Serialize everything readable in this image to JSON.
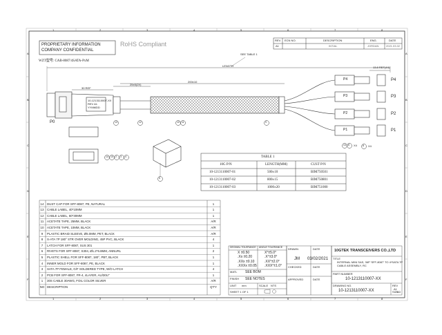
{
  "title_block": {
    "proprietary_line1": "PROPRIETARY INFORMATION",
    "proprietary_line2": "COMPANY CONFIDENTIAL",
    "rohs": "RoHS Compliant",
    "model": "WZT型号: CAB-8087/4SATA-PxM"
  },
  "revision_table": {
    "headers": [
      "REV.",
      "ECN NO.",
      "DESCRIPTION",
      "ENG.",
      "DATE"
    ],
    "row": [
      "A1",
      "",
      "INTIAL",
      "JORDAN",
      "2021.03.02"
    ]
  },
  "grid": {
    "top_numbers": [
      "1",
      "2",
      "3",
      "4",
      "5",
      "6",
      "7",
      "8"
    ],
    "side_letters": [
      "A",
      "B",
      "C",
      "D",
      "E",
      "F"
    ]
  },
  "drawing": {
    "see_table": "SEE TABLE 1",
    "length": "LENGTH",
    "ref_30": "30 REF",
    "dim_25": "25±5(2X)",
    "dim_200": "200±10",
    "ref_138": "13.8 REF(4X)",
    "p0": "P0",
    "ports_left": [
      "P4",
      "P3",
      "P2",
      "P1"
    ],
    "ports_right": [
      "P4",
      "P3",
      "P2",
      "P1"
    ],
    "label_lines": [
      "10-1213110007-XX",
      "REV A1",
      "YYMMDD"
    ],
    "balloons": [
      "13",
      "12",
      "10",
      "11",
      "9",
      "14",
      "10",
      "2",
      "3",
      "4",
      "5",
      "14",
      "8"
    ],
    "x4_labels": [
      "X4",
      "X4"
    ]
  },
  "table1": {
    "title": "TABLE 1",
    "headers": [
      "10G P/N",
      "LENGTH(MM)",
      "CUST P/N"
    ],
    "rows": [
      [
        "10-1213110007-01",
        "500±10",
        "BIM750501"
      ],
      [
        "10-1213110007-02",
        "800±15",
        "BIM750801"
      ],
      [
        "10-1213110007-03",
        "1000±20",
        "BIM751000"
      ]
    ]
  },
  "bom": {
    "items": [
      {
        "no": "14",
        "desc": "DUST CAP FOR SFF-8087, PE, NATURAL",
        "qty": "1"
      },
      {
        "no": "13",
        "desc": "CABLE LABEL, 40*10MM",
        "qty": "1"
      },
      {
        "no": "12",
        "desc": "CABLE LABEL, 60*30MM",
        "qty": "1"
      },
      {
        "no": "11",
        "desc": "ACETATE TAPE, 25MM, BLACK",
        "qty": "A/R"
      },
      {
        "no": "10",
        "desc": "ACETATE TAPE, 10MM, BLACK",
        "qty": "A/R"
      },
      {
        "no": "9",
        "desc": "PLASTIC BRAID SLEEVE, Ø6.0MM, PET, BLACK",
        "qty": "A/R"
      },
      {
        "no": "8",
        "desc": "S-ATA 7P 180° STR OVER MOLDING, 45P PVC, BLACK",
        "qty": "4"
      },
      {
        "no": "7",
        "desc": "LATCH FOR SFF-8087, SUS 301",
        "qty": "1"
      },
      {
        "no": "6",
        "desc": "RIVETS FOR SFF-8087, S304, Ø1.2*6.8MM, ANNURL",
        "qty": "2"
      },
      {
        "no": "5",
        "desc": "PLASTIC SHELL FOR SFF-8087, 180°, PBT, BLACK",
        "qty": "1"
      },
      {
        "no": "4",
        "desc": "INNER MOLD FOR SFF-8087, PE, BLACK",
        "qty": "1"
      },
      {
        "no": "3",
        "desc": "SATA 7P FEMALE, G/F SOLDERED TYPE, W/O LATCH",
        "qty": "4"
      },
      {
        "no": "2",
        "desc": "PCB FOR SFF-8087, FR-4, 4LAYER, AU/30U\"",
        "qty": "1"
      },
      {
        "no": "1",
        "desc": "30S CABLE 30AWG, FOIL COLOR SILVER",
        "qty": "A/R"
      }
    ],
    "footer_no": "NO",
    "footer_desc": "DESCRIPTION",
    "footer_qty": "Q'TY"
  },
  "tolerance": {
    "header_left": "DECIMAL TOLERANCE",
    "header_right": "ANGLE TOLERANCE",
    "left": [
      "X ±0.50",
      ".Xx ±0.20",
      ".XXx ±0.10",
      ".XXXx ±0.05"
    ],
    "right": [
      "X°±5.0°",
      ".X°±3.0°",
      ".XX°±2.0°",
      ".XXX°±1.0°"
    ],
    "matl_label": "MATL",
    "matl_value": "SEE BOM",
    "finish_label": "FINISH",
    "finish_value": "SEE NOTES",
    "unit_label": "UNIT",
    "unit_value": "mm",
    "scale_label": "SCALE",
    "scale_value": "NTS",
    "sheet": "SHEET 1 OF 1"
  },
  "approval": {
    "drawn": "DRAWN",
    "drawn_by": "JM",
    "date_label": "DATE",
    "date_value": "03/02/2021",
    "checked": "CHECKED",
    "approved": "APPROVED"
  },
  "company": {
    "name": "10GTEK TRANSCEIVERS CO.,LTD",
    "title_label": "TITLE",
    "title_line1": "INTERNAL MINI SAS, 36P 'SFF-8087' TO 4*SATA 7P",
    "title_line2": "CABLE ASSEMBLY, RC",
    "part_label": "PART NUMBER",
    "part_number": "10-1213110007-XX",
    "drawing_label": "DRAWING NO.",
    "drawing_number": "10-1213110007-XX",
    "rev_label": "REV",
    "rev_value": "A1",
    "size_label": "SIZE",
    "size_value": "A3"
  }
}
